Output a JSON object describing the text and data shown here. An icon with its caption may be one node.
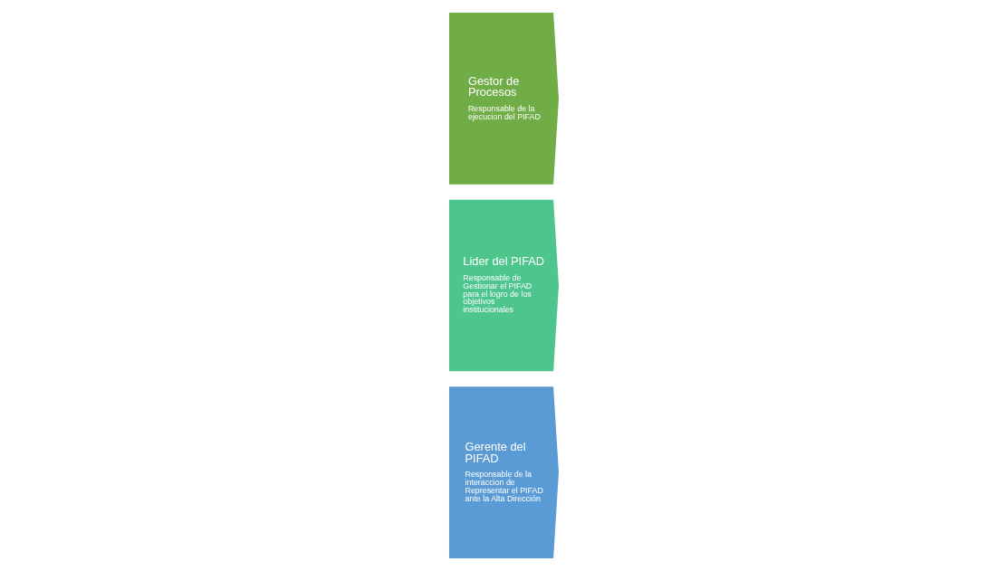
{
  "diagram": {
    "nodes": [
      {
        "text": [
          "Gerente del PIFAD",
          "Responsable de la interaccion de Representar el PIFAD ante la Alta Dirección"
        ]
      },
      {
        "text": [
          "Lider del PIFAD",
          "Responsable de Gestionar el PIFAD para el logro de los objetivos institucionales"
        ]
      },
      {
        "text": [
          "Gestor de Procesos",
          "Responsable de la ejecucion del PIFAD"
        ]
      }
    ]
  }
}
